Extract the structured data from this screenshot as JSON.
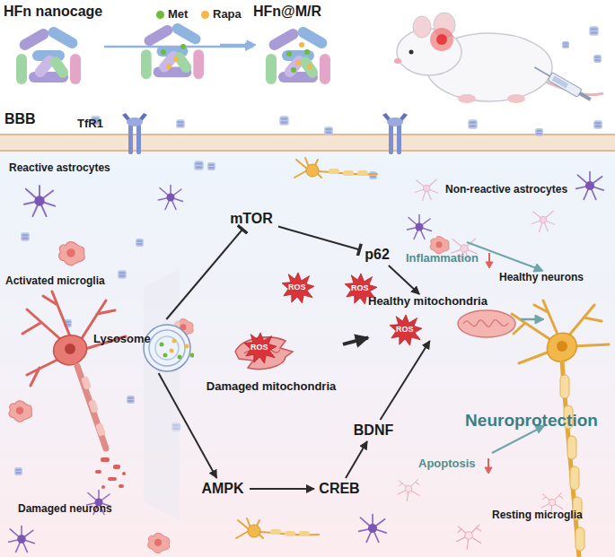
{
  "diagram": {
    "nodes": [
      {
        "text": [
          "HFn nanocage"
        ]
      },
      {
        "text": [
          "HFn@M/R"
        ]
      },
      {
        "text": [
          "mTOR"
        ]
      },
      {
        "text": [
          "p62"
        ]
      },
      {
        "text": [
          "Lysosome"
        ]
      },
      {
        "text": [
          "Damaged mitochondria"
        ]
      },
      {
        "text": [
          "Healthy mitochondria"
        ]
      },
      {
        "text": [
          "AMPK"
        ]
      },
      {
        "text": [
          "CREB"
        ]
      },
      {
        "text": [
          "BDNF"
        ]
      },
      {
        "text": [
          "Neuroprotection"
        ]
      }
    ],
    "edges": [
      {
        "from": 0,
        "to": 1,
        "arrow": "to"
      },
      {
        "from": 4,
        "to": 2,
        "arrow": "to"
      },
      {
        "from": 2,
        "to": 3,
        "arrow": "to"
      },
      {
        "from": 3,
        "to": 6,
        "arrow": "to"
      },
      {
        "from": 5,
        "to": 6,
        "arrow": "to"
      },
      {
        "from": 4,
        "to": 7,
        "arrow": "to"
      },
      {
        "from": 7,
        "to": 8,
        "arrow": "to"
      },
      {
        "from": 8,
        "to": 9,
        "arrow": "to"
      },
      {
        "from": 9,
        "to": 6,
        "arrow": "to"
      }
    ],
    "labels": [
      "BBB",
      "TfR1",
      "Reactive astrocytes",
      "Non-reactive astrocytes",
      "Inflammation",
      "Healthy neurons",
      "Activated microglia",
      "ROS",
      "ROS",
      "ROS",
      "ROS",
      "Apoptosis",
      "Damaged neurons",
      "Resting microglia"
    ],
    "legend": [
      {
        "text": "Met",
        "color": "#6dbb3a"
      },
      {
        "text": "Rapa",
        "color": "#f2b84b"
      }
    ]
  }
}
